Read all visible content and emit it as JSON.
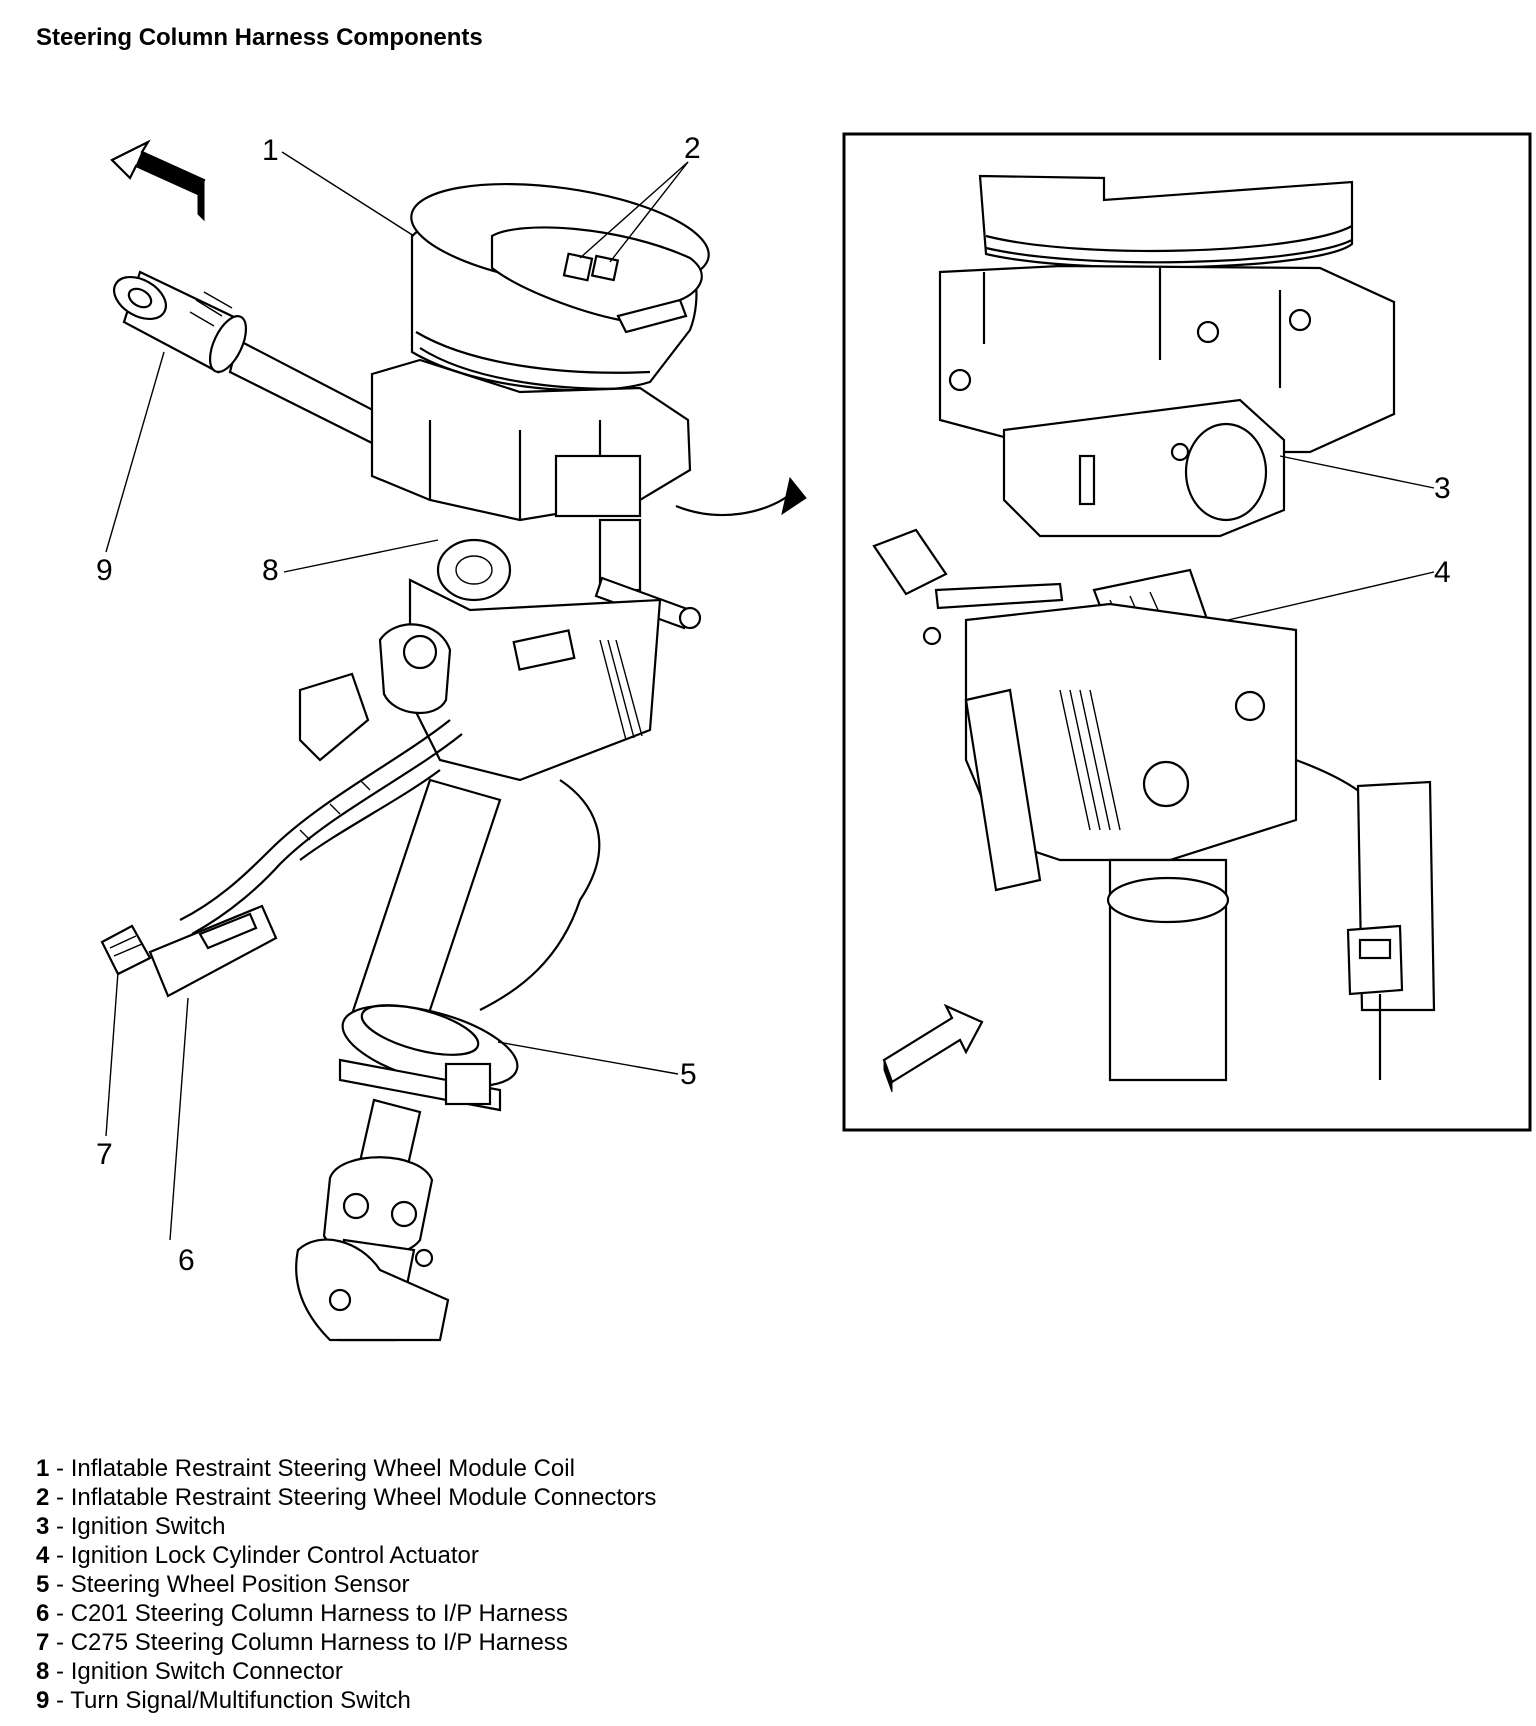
{
  "title": "Steering Column Harness Components",
  "callouts": {
    "c1": "1",
    "c2": "2",
    "c3": "3",
    "c4": "4",
    "c5": "5",
    "c6": "6",
    "c7": "7",
    "c8": "8",
    "c9": "9"
  },
  "legend": [
    {
      "num": "1",
      "text": " - Inflatable Restraint Steering Wheel Module Coil"
    },
    {
      "num": "2",
      "text": " - Inflatable Restraint Steering Wheel Module Connectors"
    },
    {
      "num": "3",
      "text": " - Ignition Switch"
    },
    {
      "num": "4",
      "text": " - Ignition Lock Cylinder Control Actuator"
    },
    {
      "num": "5",
      "text": " - Steering Wheel Position Sensor"
    },
    {
      "num": "6",
      "text": " - C201 Steering Column Harness to I/P Harness"
    },
    {
      "num": "7",
      "text": " - C275 Steering Column Harness to I/P Harness"
    },
    {
      "num": "8",
      "text": " - Ignition Switch Connector"
    },
    {
      "num": "9",
      "text": " - Turn Signal/Multifunction Switch"
    }
  ],
  "icons": [
    "direction-arrow-icon",
    "view-arrow-icon"
  ]
}
